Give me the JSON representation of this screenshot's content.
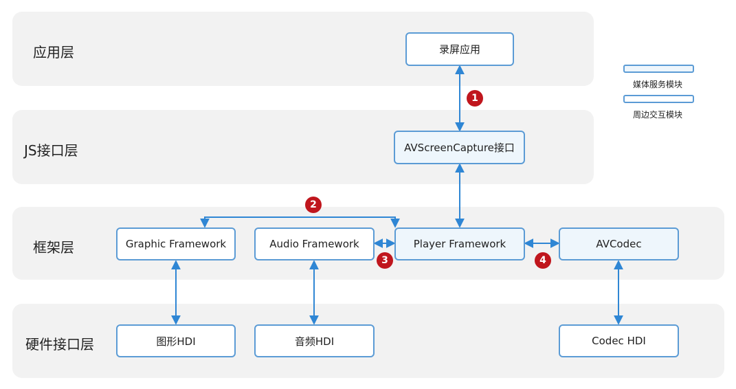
{
  "layers": {
    "app": "应用层",
    "js": "JS接口层",
    "framework": "框架层",
    "hardware": "硬件接口层"
  },
  "nodes": {
    "screen_record_app": "录屏应用",
    "avscreencapture": "AVScreenCapture接口",
    "graphic_framework": "Graphic Framework",
    "audio_framework": "Audio Framework",
    "player_framework": "Player Framework",
    "avcodec": "AVCodec",
    "graphic_hdi": "图形HDI",
    "audio_hdi": "音频HDI",
    "codec_hdi": "Codec HDI"
  },
  "badges": {
    "b1": "1",
    "b2": "2",
    "b3": "3",
    "b4": "4"
  },
  "legend": {
    "media_service": "媒体服务模块",
    "peripheral": "周边交互模块"
  },
  "colors": {
    "line": "#2f86d4",
    "node_border": "#5b9bd5",
    "media_fill": "#eef6fc",
    "layer_bg": "#f2f2f2",
    "badge": "#c0161d"
  }
}
